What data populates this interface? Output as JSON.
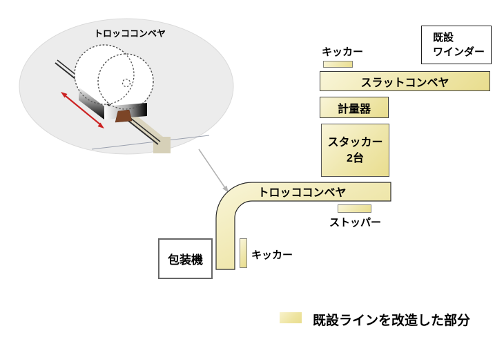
{
  "inset": {
    "title": "トロッココンベヤ"
  },
  "nodes": {
    "kicker_top": {
      "label": "キッカー"
    },
    "existing_winder": {
      "line1": "既設",
      "line2": "ワインダー"
    },
    "slat_conveyor": {
      "label": "スラットコンベヤ"
    },
    "weigher": {
      "label": "計量器"
    },
    "stacker": {
      "line1": "スタッカー",
      "line2": "2台"
    },
    "trolley_conveyor": {
      "label": "トロッココンベヤ"
    },
    "stopper": {
      "label": "ストッパー"
    },
    "kicker_bottom": {
      "label": "キッカー"
    },
    "packaging_machine": {
      "label": "包装機"
    }
  },
  "legend": {
    "label": "既設ラインを改造した部分"
  },
  "colors": {
    "highlight_light": "#f9f5d8",
    "highlight_dark": "#e9dd8e",
    "inset_background": "#ececec",
    "red_arrow": "#cc2222",
    "connector_gray": "#b3b3b3",
    "border_dark": "#3a3a3a"
  }
}
